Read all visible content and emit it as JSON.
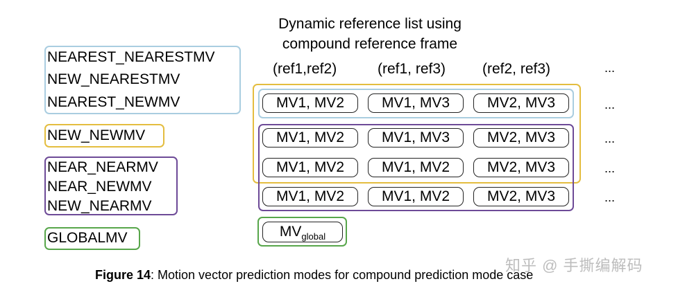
{
  "diagram": {
    "title_line1": "Dynamic reference list using",
    "title_line2": "compound reference frame",
    "col_headers": [
      "(ref1,ref2)",
      "(ref1, ref3)",
      "(ref2, ref3)",
      "..."
    ],
    "mode_groups": {
      "nearest": [
        "NEAREST_NEARESTMV",
        "NEW_NEARESTMV",
        "NEAREST_NEWMV"
      ],
      "new_new": "NEW_NEWMV",
      "near": [
        "NEAR_NEARMV",
        "NEAR_NEWMV",
        "NEW_NEARMV"
      ],
      "global": "GLOBALMV"
    },
    "rows": [
      [
        "MV1, MV2",
        "MV1, MV3",
        "MV2, MV3"
      ],
      [
        "MV1, MV2",
        "MV1, MV3",
        "MV2, MV3"
      ],
      [
        "MV1, MV2",
        "MV1, MV2",
        "MV2, MV3"
      ],
      [
        "MV1, MV2",
        "MV1, MV2",
        "MV2, MV3"
      ]
    ],
    "row_ellipsis": "...",
    "global_mv": {
      "base": "MV",
      "sub": "global"
    }
  },
  "caption": {
    "label": "Figure 14",
    "text": ": Motion vector prediction modes for compound prediction mode case"
  },
  "watermark": "知乎 @ 手撕编解码",
  "colors": {
    "blue": "#a9cde0",
    "orange": "#e4bd3f",
    "purple": "#6d4a97",
    "green": "#57a64a"
  }
}
